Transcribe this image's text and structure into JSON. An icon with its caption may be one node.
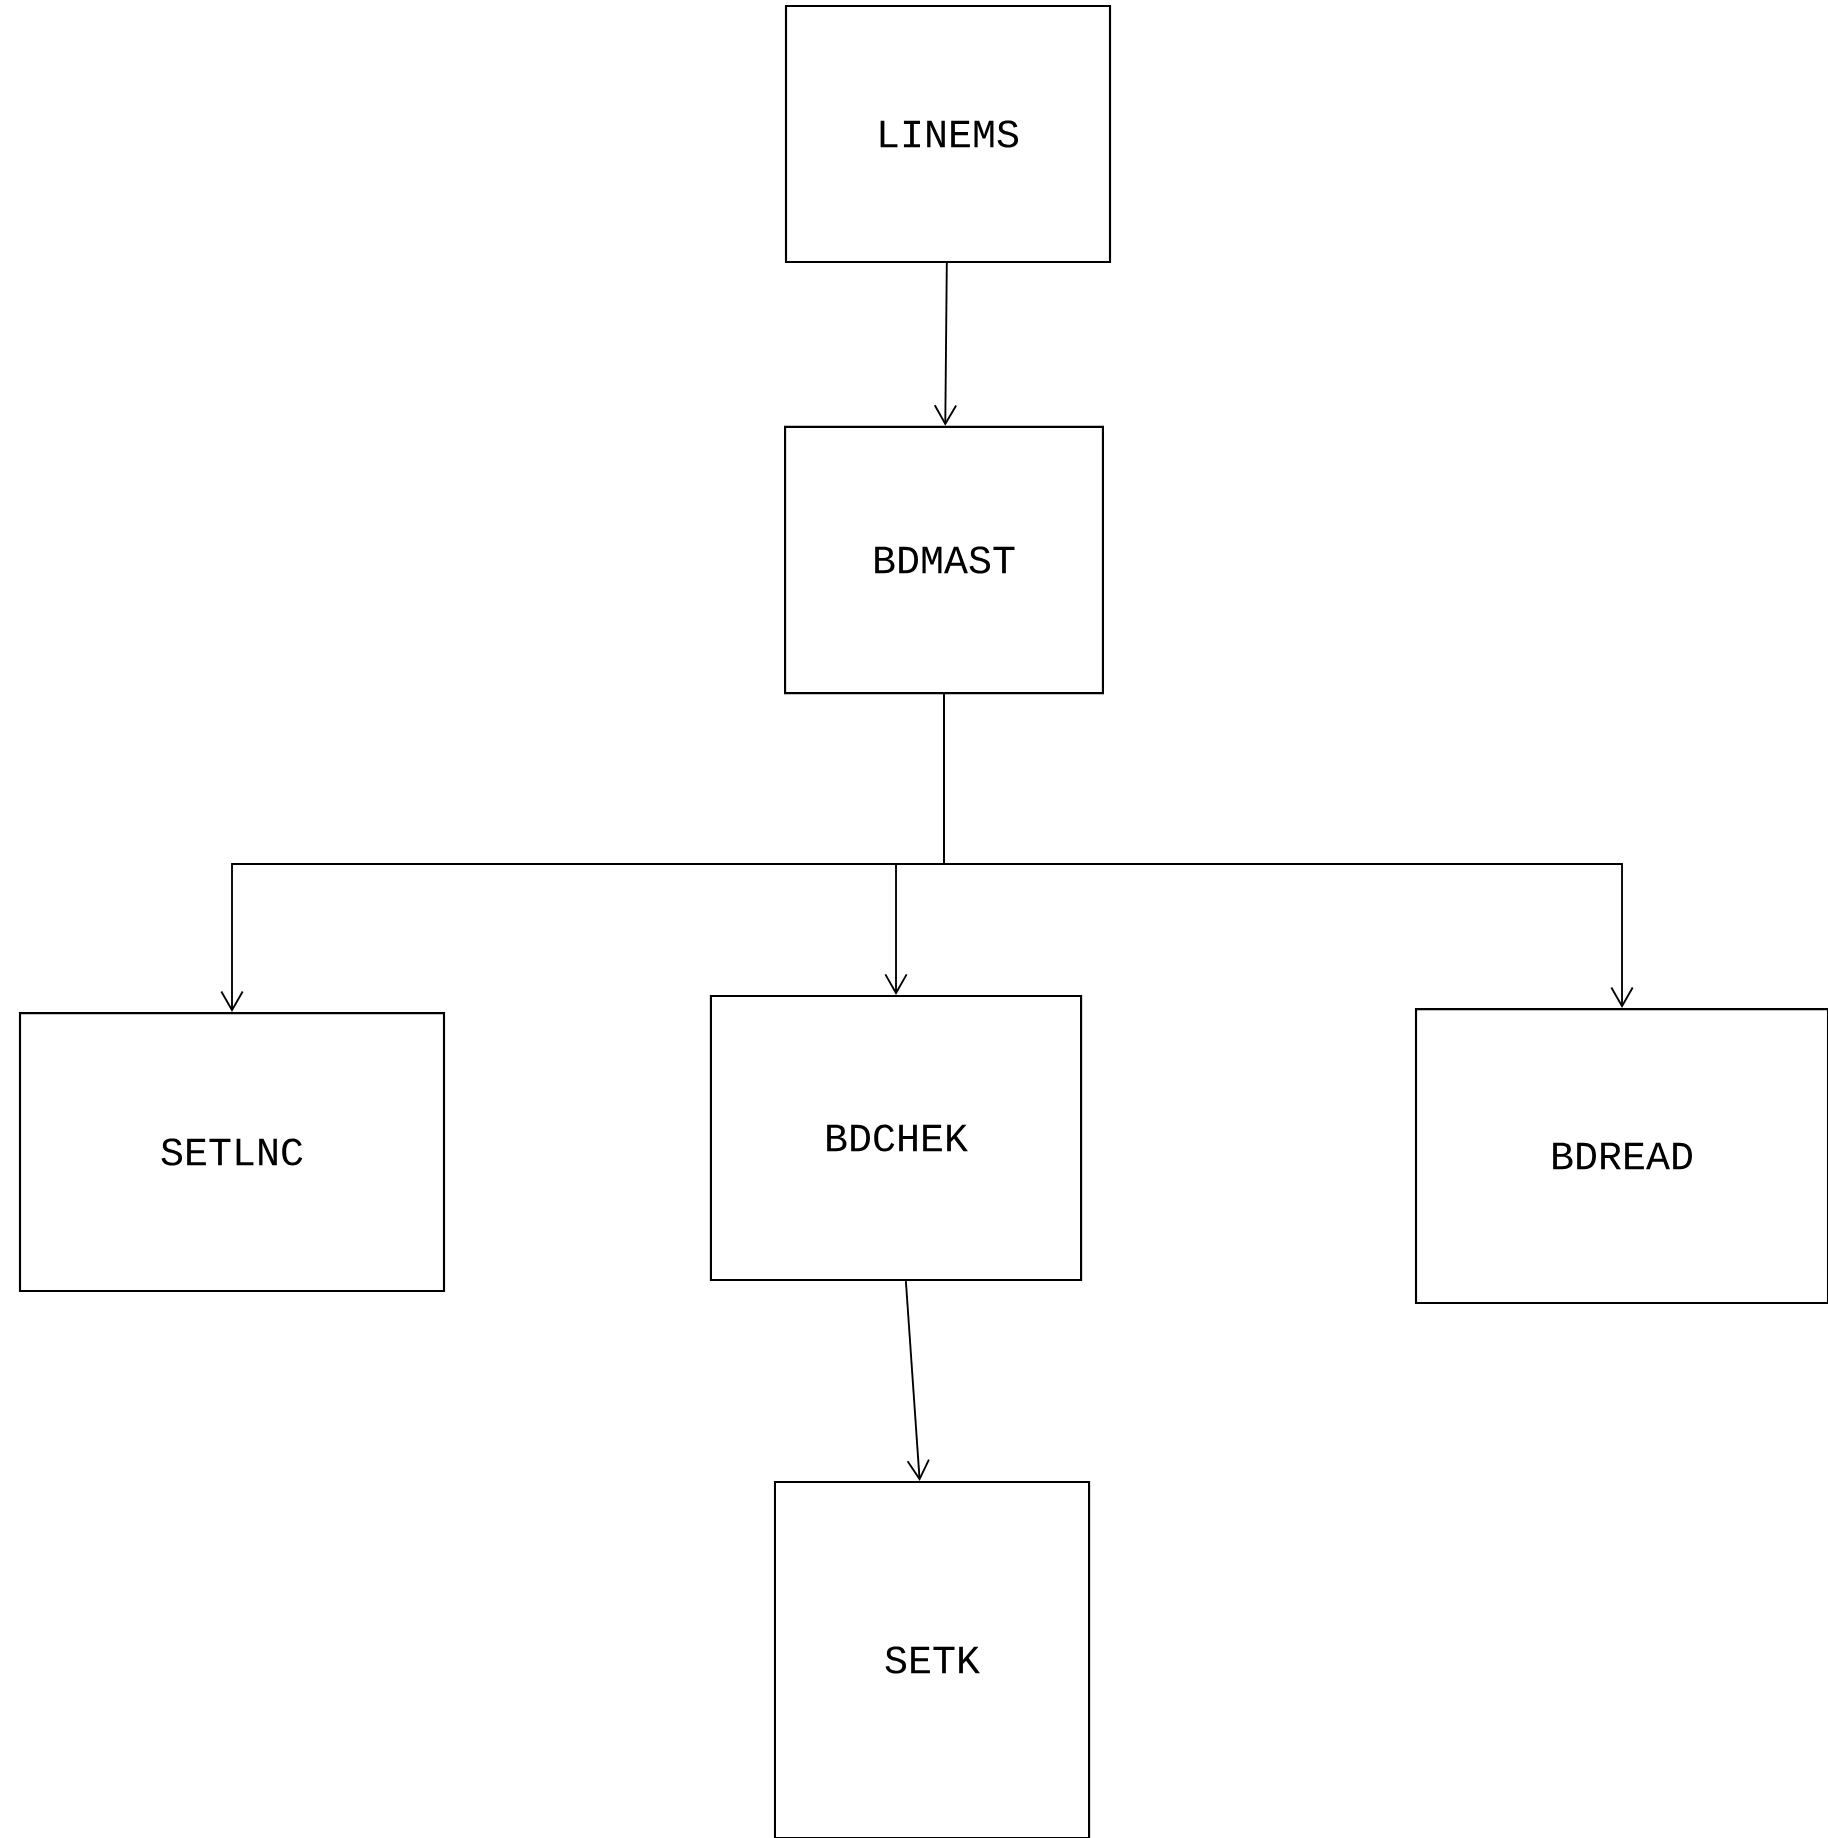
{
  "diagram": {
    "nodes": [
      {
        "text": [
          "LINEMS"
        ]
      },
      {
        "text": [
          "BDMAST"
        ]
      },
      {
        "text": [
          "SETLNC"
        ]
      },
      {
        "text": [
          "BDCHEK"
        ]
      },
      {
        "text": [
          "BDREAD"
        ]
      },
      {
        "text": [
          "SETK"
        ]
      }
    ],
    "edges": [
      {
        "from": 0,
        "to": 1,
        "arrow": "to"
      },
      {
        "from": 1,
        "to": 2,
        "arrow": "to"
      },
      {
        "from": 1,
        "to": 3,
        "arrow": "to"
      },
      {
        "from": 1,
        "to": 4,
        "arrow": "to"
      },
      {
        "from": 3,
        "to": 5,
        "arrow": "to"
      }
    ]
  }
}
